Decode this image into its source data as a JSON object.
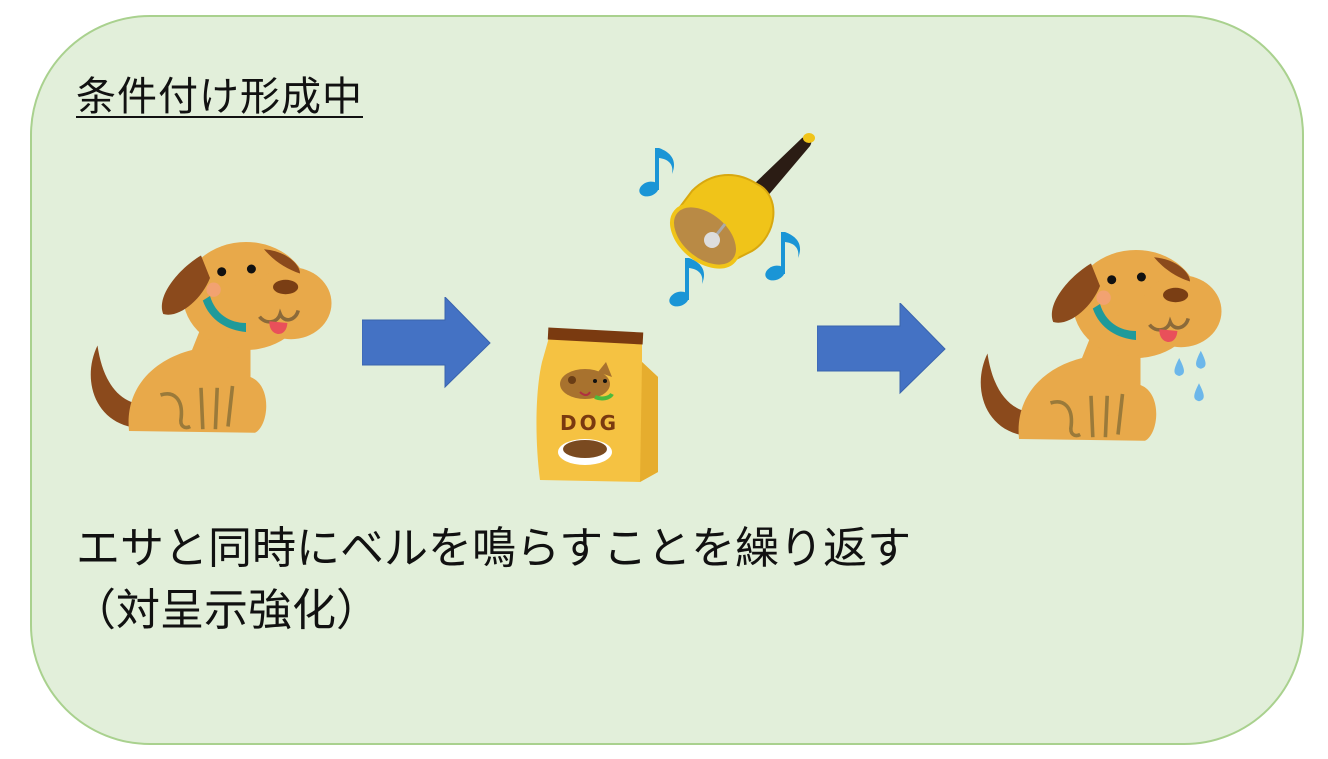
{
  "panel": {
    "background_color": "#e2efda",
    "border_color": "#a9d18e"
  },
  "title": "条件付け形成中",
  "description": {
    "line1": "エサと同時にベルを鳴らすことを繰り返す",
    "line2": "（対呈示強化）"
  },
  "illustrations": [
    {
      "name": "dog-before",
      "icon": "dog-icon"
    },
    {
      "name": "arrow-1",
      "icon": "arrow-right-icon",
      "color": "#4472c4"
    },
    {
      "name": "dog-food-bag",
      "icon": "dog-food-icon",
      "label": "DOG"
    },
    {
      "name": "hand-bell-with-notes",
      "icon": "bell-icon"
    },
    {
      "name": "arrow-2",
      "icon": "arrow-right-icon",
      "color": "#4472c4"
    },
    {
      "name": "dog-drooling",
      "icon": "dog-icon"
    }
  ],
  "food_bag_label": "DOG",
  "colors": {
    "arrow": "#4472c4",
    "dog_body": "#e8a94a",
    "dog_ear": "#8b4a1c",
    "collar": "#1f9a9a",
    "note": "#1a95d6",
    "bell": "#f0c419",
    "drool": "#6cb7ea"
  }
}
